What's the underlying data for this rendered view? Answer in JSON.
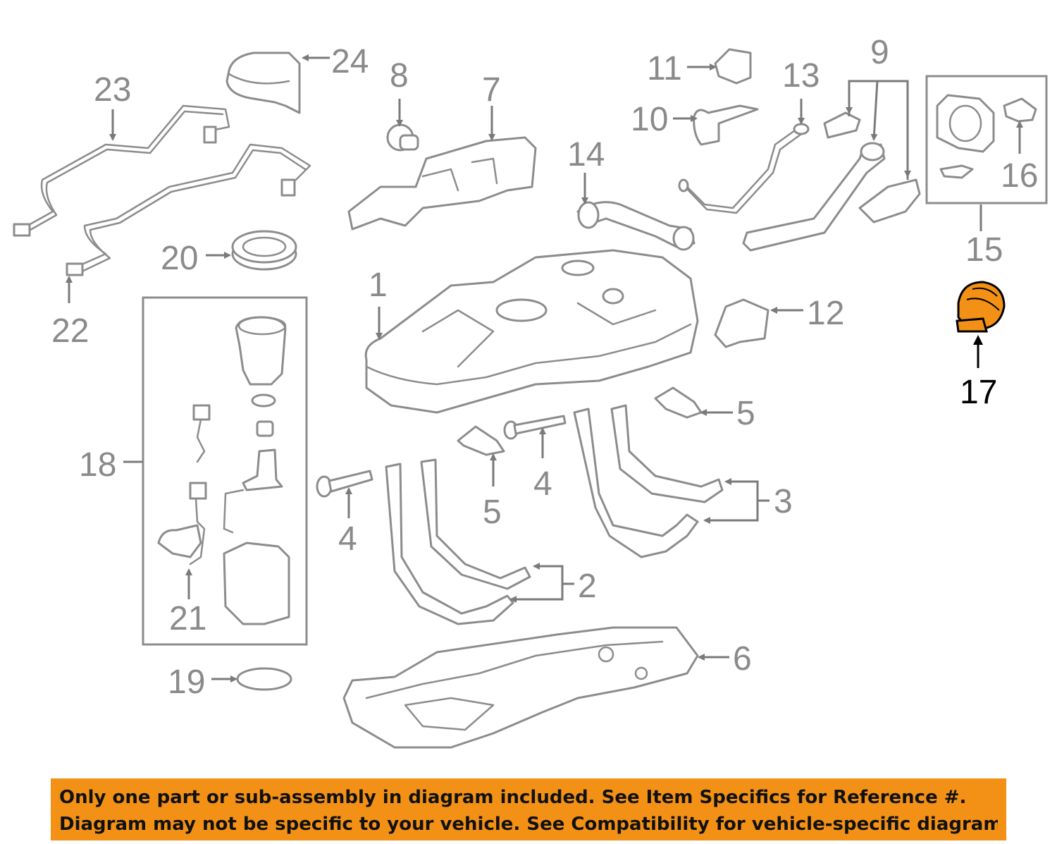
{
  "diagram": {
    "highlight_color": "#f39116",
    "highlighted_part": "17",
    "callouts": [
      "1",
      "2",
      "3",
      "4",
      "4",
      "5",
      "5",
      "6",
      "7",
      "8",
      "9",
      "10",
      "11",
      "12",
      "13",
      "14",
      "15",
      "16",
      "17",
      "18",
      "19",
      "20",
      "21",
      "22",
      "23",
      "24"
    ]
  },
  "labels": {
    "p1": "1",
    "p2": "2",
    "p3": "3",
    "p4a": "4",
    "p4b": "4",
    "p5a": "5",
    "p5b": "5",
    "p6": "6",
    "p7": "7",
    "p8": "8",
    "p9": "9",
    "p10": "10",
    "p11": "11",
    "p12": "12",
    "p13": "13",
    "p14": "14",
    "p15": "15",
    "p16": "16",
    "p17": "17",
    "p18": "18",
    "p19": "19",
    "p20": "20",
    "p21": "21",
    "p22": "22",
    "p23": "23",
    "p24": "24"
  },
  "banner": {
    "line1": "Only one part or sub-assembly in diagram included. See Item Specifics for Reference #.",
    "line2": "Diagram may not be specific to your vehicle. See Compatibility for vehicle-specific diagrams.",
    "background": "#f39116"
  }
}
